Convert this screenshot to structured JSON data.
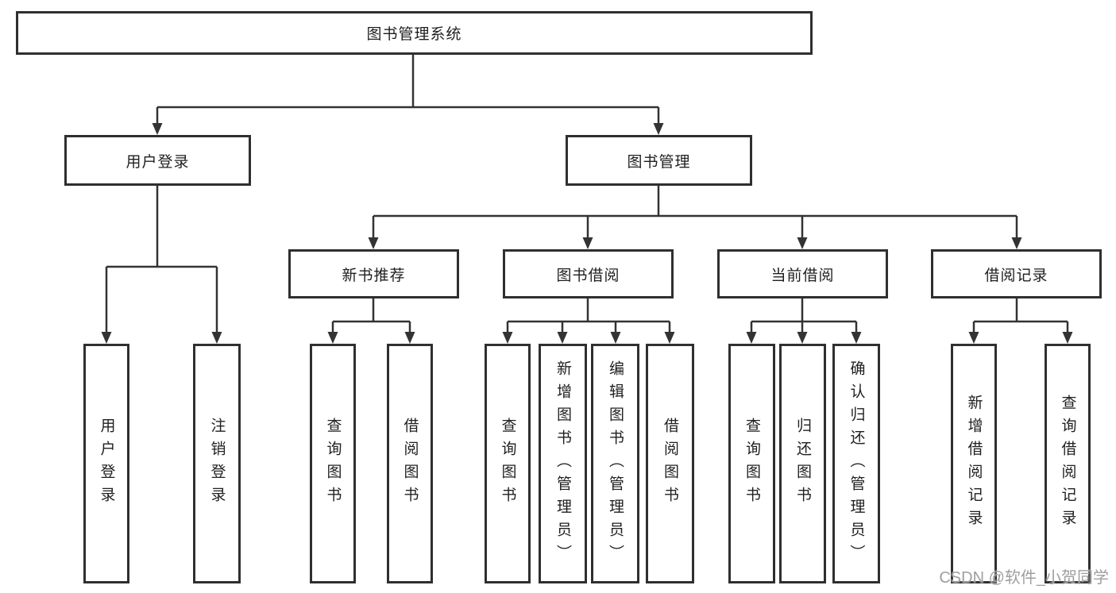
{
  "tree": {
    "root": {
      "label": "图书管理系统"
    },
    "branches": [
      {
        "label": "用户登录",
        "leaves": [
          "用户登录",
          "注销登录"
        ]
      },
      {
        "label": "图书管理",
        "groups": [
          {
            "label": "新书推荐",
            "leaves": [
              "查询图书",
              "借阅图书"
            ]
          },
          {
            "label": "图书借阅",
            "leaves": [
              "查询图书",
              "新增图书（管理员）",
              "编辑图书（管理员）",
              "借阅图书"
            ]
          },
          {
            "label": "当前借阅",
            "leaves": [
              "查询图书",
              "归还图书",
              "确认归还（管理员）"
            ]
          },
          {
            "label": "借阅记录",
            "leaves": [
              "新增借阅记录",
              "查询借阅记录"
            ]
          }
        ]
      }
    ]
  },
  "watermark": {
    "text": "CSDN @软件_小贺同学"
  },
  "colors": {
    "background": "#ffffff",
    "border": "#2f2f2f",
    "line": "#333333",
    "text": "#1f1f1f",
    "watermark": "#9e9e9e"
  }
}
